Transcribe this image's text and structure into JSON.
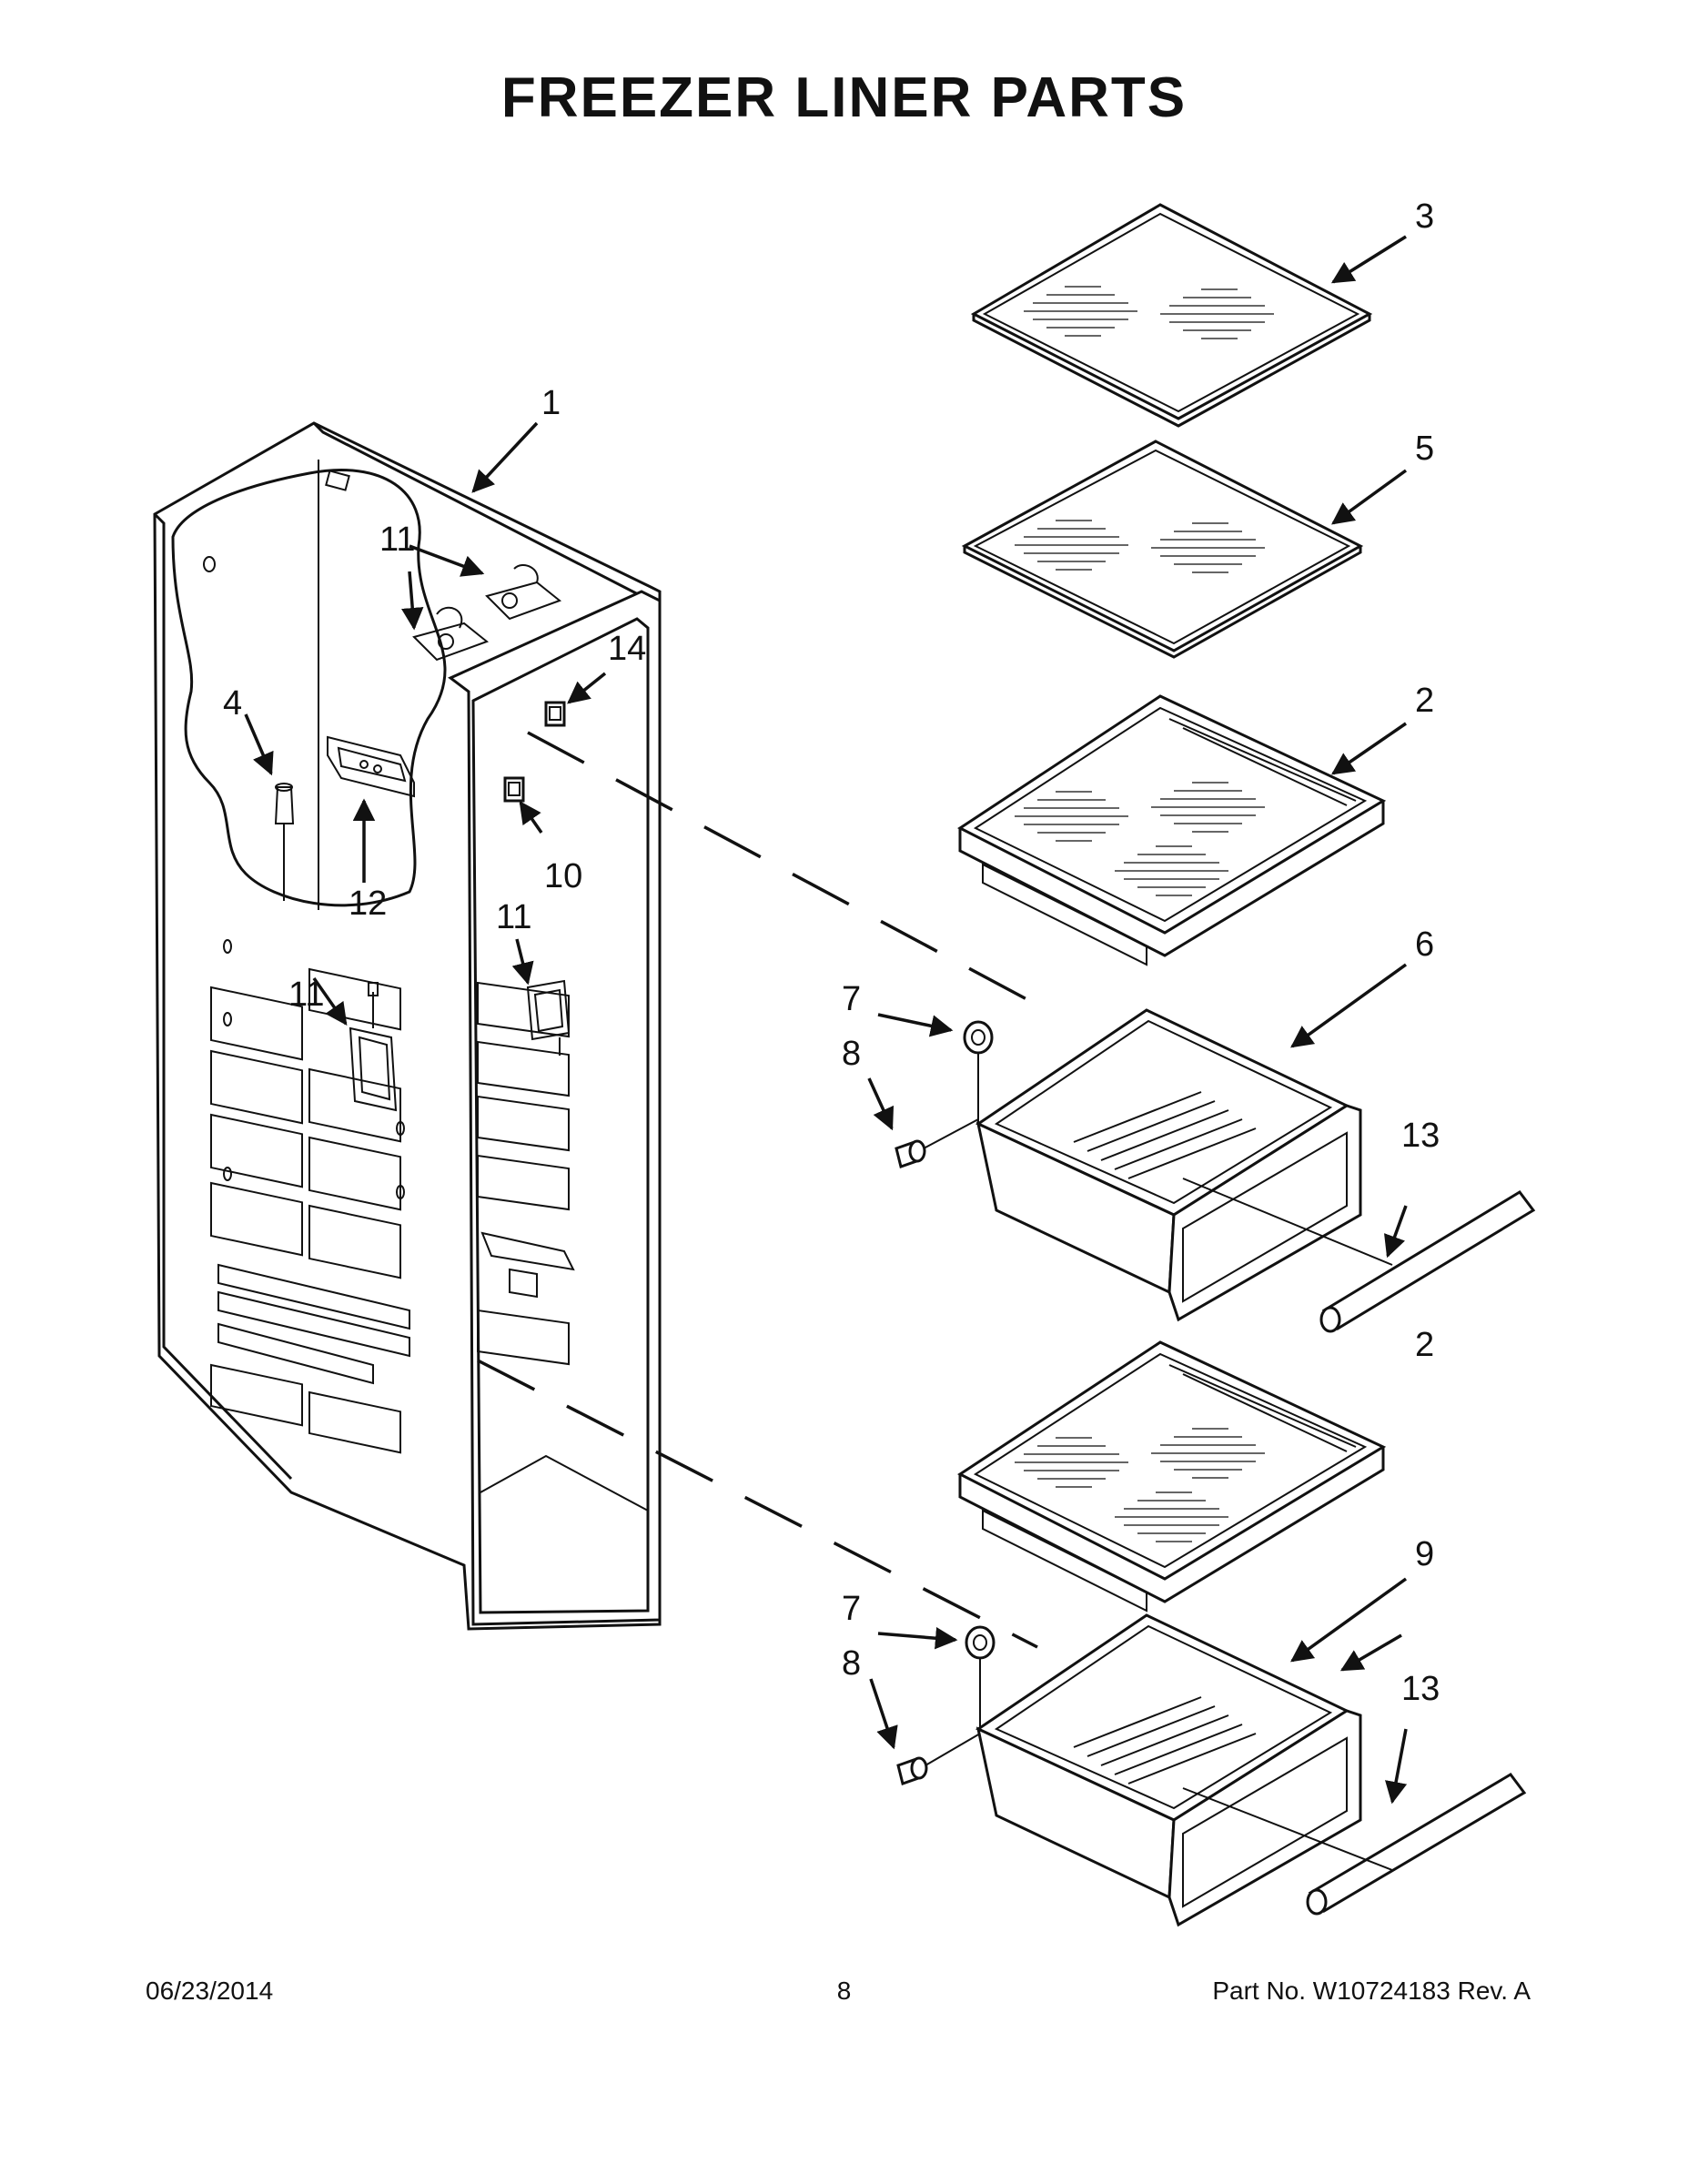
{
  "title": "FREEZER LINER PARTS",
  "callouts": {
    "c1": "1",
    "c2a": "2",
    "c2b": "2",
    "c3": "3",
    "c4": "4",
    "c5": "5",
    "c6": "6",
    "c7a": "7",
    "c7b": "7",
    "c8a": "8",
    "c8b": "8",
    "c9": "9",
    "c10": "10",
    "c11a": "11",
    "c11b": "11",
    "c11c": "11",
    "c12": "12",
    "c13a": "13",
    "c13b": "13",
    "c14": "14"
  },
  "footer": {
    "date": "06/23/2014",
    "page": "8",
    "part_no": "Part No.  W10724183  Rev.  A"
  }
}
